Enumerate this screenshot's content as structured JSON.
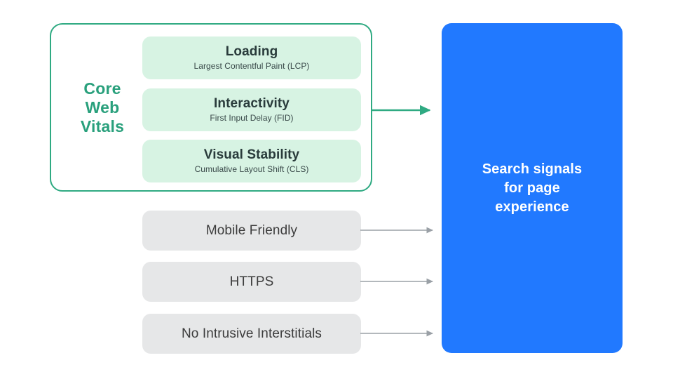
{
  "diagram": {
    "title": "Search signals for page experience",
    "colors": {
      "green_border": "#2faa82",
      "green_text": "#29a07c",
      "mint_card": "#d7f3e3",
      "grey_card": "#e6e7e8",
      "blue_panel": "#2179ff",
      "arrow_grey": "#9aa0a6",
      "arrow_green": "#2faa82",
      "dark_text": "#293b3b",
      "white": "#ffffff"
    }
  },
  "core_web_vitals": {
    "label_lines": [
      "Core",
      "Web",
      "Vitals"
    ],
    "label_full": "Core Web Vitals",
    "cards": [
      {
        "title": "Loading",
        "subtitle": "Largest Contentful Paint (LCP)",
        "metric_abbrev": "LCP"
      },
      {
        "title": "Interactivity",
        "subtitle": "First Input Delay (FID)",
        "metric_abbrev": "FID"
      },
      {
        "title": "Visual Stability",
        "subtitle": "Cumulative Layout Shift (CLS)",
        "metric_abbrev": "CLS"
      }
    ]
  },
  "other_signals": [
    {
      "label": "Mobile Friendly"
    },
    {
      "label": "HTTPS"
    },
    {
      "label": "No Intrusive Interstitials"
    }
  ],
  "outcome": {
    "text": "Search signals\nfor page\nexperience"
  }
}
